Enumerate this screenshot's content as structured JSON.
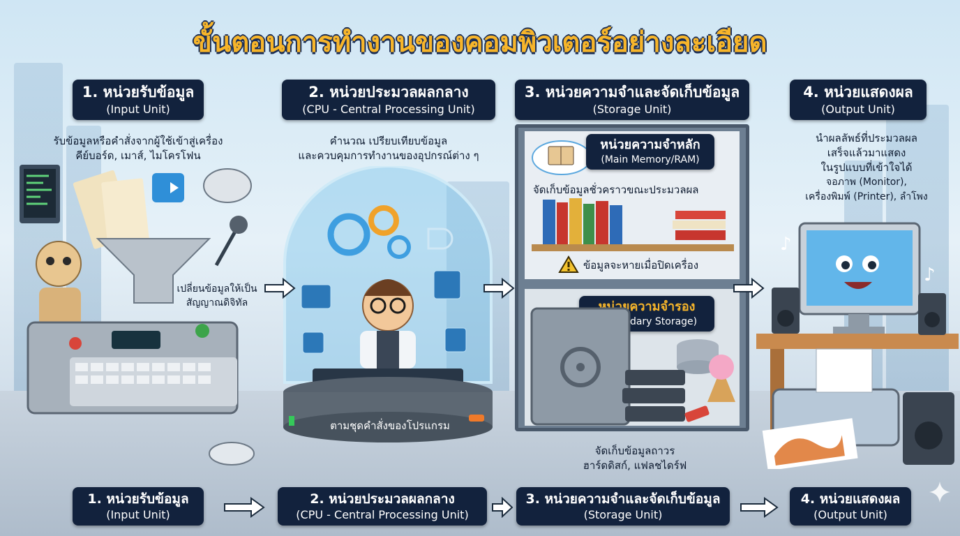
{
  "title": "ขั้นตอนการทำงานของคอมพิวเตอร์อย่างละเอียด",
  "units": [
    {
      "label": "1. หน่วยรับข้อมูล",
      "sub": "(Input Unit)"
    },
    {
      "label": "2. หน่วยประมวลผลกลาง",
      "sub": "(CPU - Central Processing Unit)"
    },
    {
      "label": "3. หน่วยความจำและจัดเก็บข้อมูล",
      "sub": "(Storage Unit)"
    },
    {
      "label": "4. หน่วยแสดงผล",
      "sub": "(Output Unit)"
    }
  ],
  "input": {
    "desc1": "รับข้อมูลหรือคำสั่งจากผู้ใช้เข้าสู่เครื่อง",
    "desc2": "คีย์บอร์ด, เมาส์, ไมโครโฟน",
    "convert1": "เปลี่ยนข้อมูลให้เป็น",
    "convert2": "สัญญาณดิจิทัล"
  },
  "cpu": {
    "desc1": "คำนวณ เปรียบเทียบข้อมูล",
    "desc2": "และควบคุมการทำงานของอุปกรณ์ต่าง ๆ",
    "program": "ตามชุดคำสั่งของโปรแกรม"
  },
  "storage": {
    "main_title": "หน่วยความจำหลัก",
    "main_sub": "(Main Memory/RAM)",
    "main_desc": "จัดเก็บข้อมูลชั่วคราวขณะประมวลผล",
    "warning": "ข้อมูลจะหายเมื่อปิดเครื่อง",
    "secondary_title": "หน่วยความจำรอง",
    "secondary_sub": "(Secondary Storage)",
    "secondary_desc1": "จัดเก็บข้อมูลถาวร",
    "secondary_desc2": "ฮาร์ดดิสก์, แฟลชไดร์ฟ"
  },
  "output": {
    "desc1": "นำผลลัพธ์ที่ประมวลผล",
    "desc2": "เสร็จแล้วมาแสดง",
    "desc3": "ในรูปแบบที่เข้าใจได้",
    "desc4": "จอภาพ (Monitor),",
    "desc5": "เครื่องพิมพ์ (Printer), ลำโพง"
  },
  "colors": {
    "label_bg": "#12223d",
    "title": "#f7b52a",
    "accent_blue": "#2f8fd8"
  }
}
